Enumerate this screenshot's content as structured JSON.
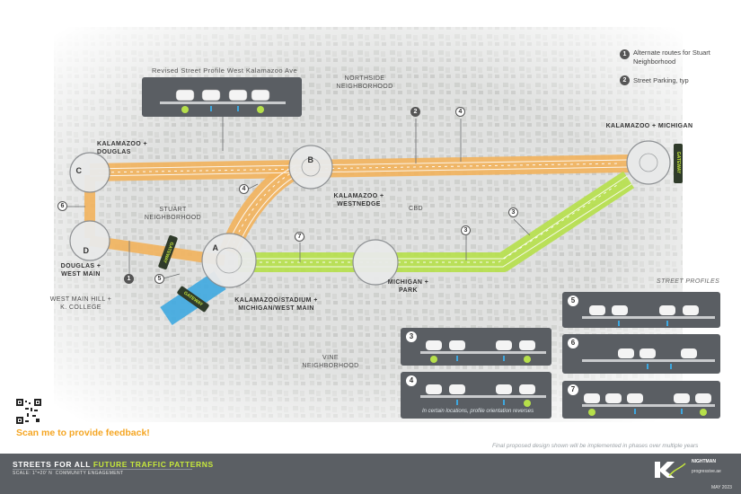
{
  "legend": [
    {
      "num": "1",
      "text": "Alternate routes for Stuart Neighborhood"
    },
    {
      "num": "2",
      "text": "Street Parking, typ"
    }
  ],
  "revised_profile_title": "Revised Street Profile West Kalamazoo Ave",
  "neighborhoods": {
    "northside": "NORTHSIDE NEIGHBORHOOD",
    "stuart": "STUART NEIGHBORHOOD",
    "vine": "VINE NEIGHBORHOOD",
    "cbd": "CBD",
    "west_main_hill": "WEST MAIN HILL + K. COLLEGE"
  },
  "intersections": {
    "kalamazoo_douglas": "KALAMAZOO + DOUGLAS",
    "douglas_west_main": "DOUGLAS + WEST MAIN",
    "kalamazoo_westnedge": "KALAMAZOO + WESTNEDGE",
    "kalamazoo_michigan": "KALAMAZOO + MICHIGAN",
    "michigan_park": "MICHIGAN + PARK",
    "stadium_main": "KALAMAZOO/STADIUM + MICHIGAN/WEST MAIN"
  },
  "roundabout_letters": {
    "a": "A",
    "b": "B",
    "c": "C",
    "d": "D"
  },
  "map_markers": {
    "m1": "1",
    "m2": "2",
    "m3": "3",
    "m3b": "3",
    "m4a": "4",
    "m4b": "4",
    "m5": "5",
    "m6": "6",
    "m7": "7"
  },
  "gateway": "GATEWAY",
  "profiles_title": "STREET PROFILES",
  "profile_panels": [
    {
      "num": "3",
      "note": ""
    },
    {
      "num": "4",
      "note": "In certain locations, profile orientation reverses"
    },
    {
      "num": "5",
      "note": ""
    },
    {
      "num": "6",
      "note": ""
    },
    {
      "num": "7",
      "note": ""
    }
  ],
  "parking_symbol": "P",
  "scan_text": "Scan me to provide feedback!",
  "final_note": "Final proposed design shown will be implemented in phases over multiple years",
  "footer": {
    "title_a": "STREETS FOR ALL ",
    "title_b": "FUTURE TRAFFIC PATTERNS",
    "scale": "SCALE: 1\"=20' N",
    "engagement": "COMMUNITY ENGAGEMENT",
    "brand": "NIGHTMAN",
    "brand_url": "progressive.ae",
    "date": "MAY 2023"
  },
  "colors": {
    "orange_route": "#f2b25c",
    "green_route": "#b6e04a",
    "blue_route": "#3ea8e0",
    "panel": "#5a5e63",
    "accent": "#c6e73c",
    "scan": "#f5a623"
  }
}
